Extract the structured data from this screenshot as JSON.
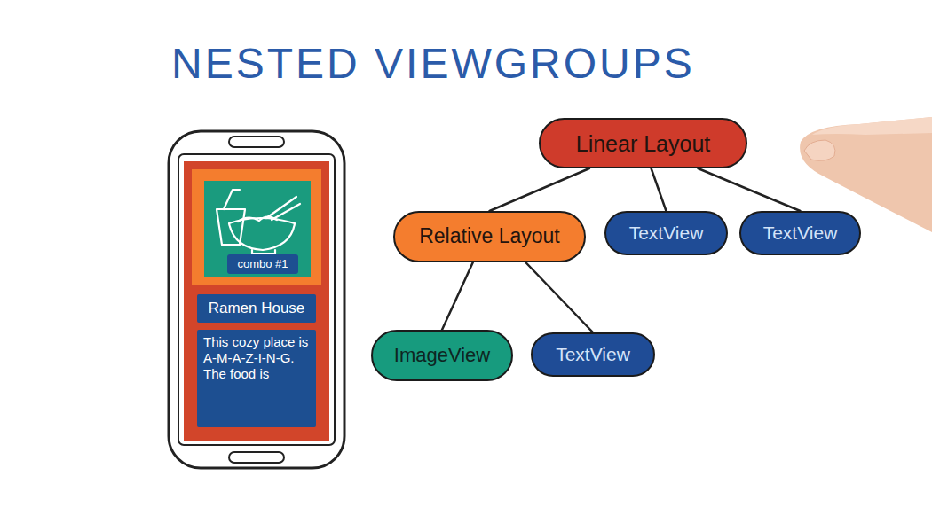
{
  "diagram": {
    "title": "NESTED VIEWGROUPS",
    "nodes": [
      {
        "text": [
          "combo #1"
        ]
      },
      {
        "text": [
          "Ramen House"
        ]
      },
      {
        "text": [
          "This cozy place is A-M-A-Z-I-N-G. The food is"
        ]
      },
      {
        "text": [
          "Linear Layout"
        ]
      },
      {
        "text": [
          "Relative Layout"
        ]
      },
      {
        "text": [
          "TextView"
        ]
      },
      {
        "text": [
          "TextView"
        ]
      },
      {
        "text": [
          "ImageView"
        ]
      },
      {
        "text": [
          "TextView"
        ]
      }
    ],
    "edges": [
      {
        "from": 3,
        "to": 4,
        "arrow": "none"
      },
      {
        "from": 3,
        "to": 5,
        "arrow": "none"
      },
      {
        "from": 3,
        "to": 6,
        "arrow": "none"
      },
      {
        "from": 4,
        "to": 7,
        "arrow": "none"
      },
      {
        "from": 4,
        "to": 8,
        "arrow": "none"
      }
    ]
  }
}
